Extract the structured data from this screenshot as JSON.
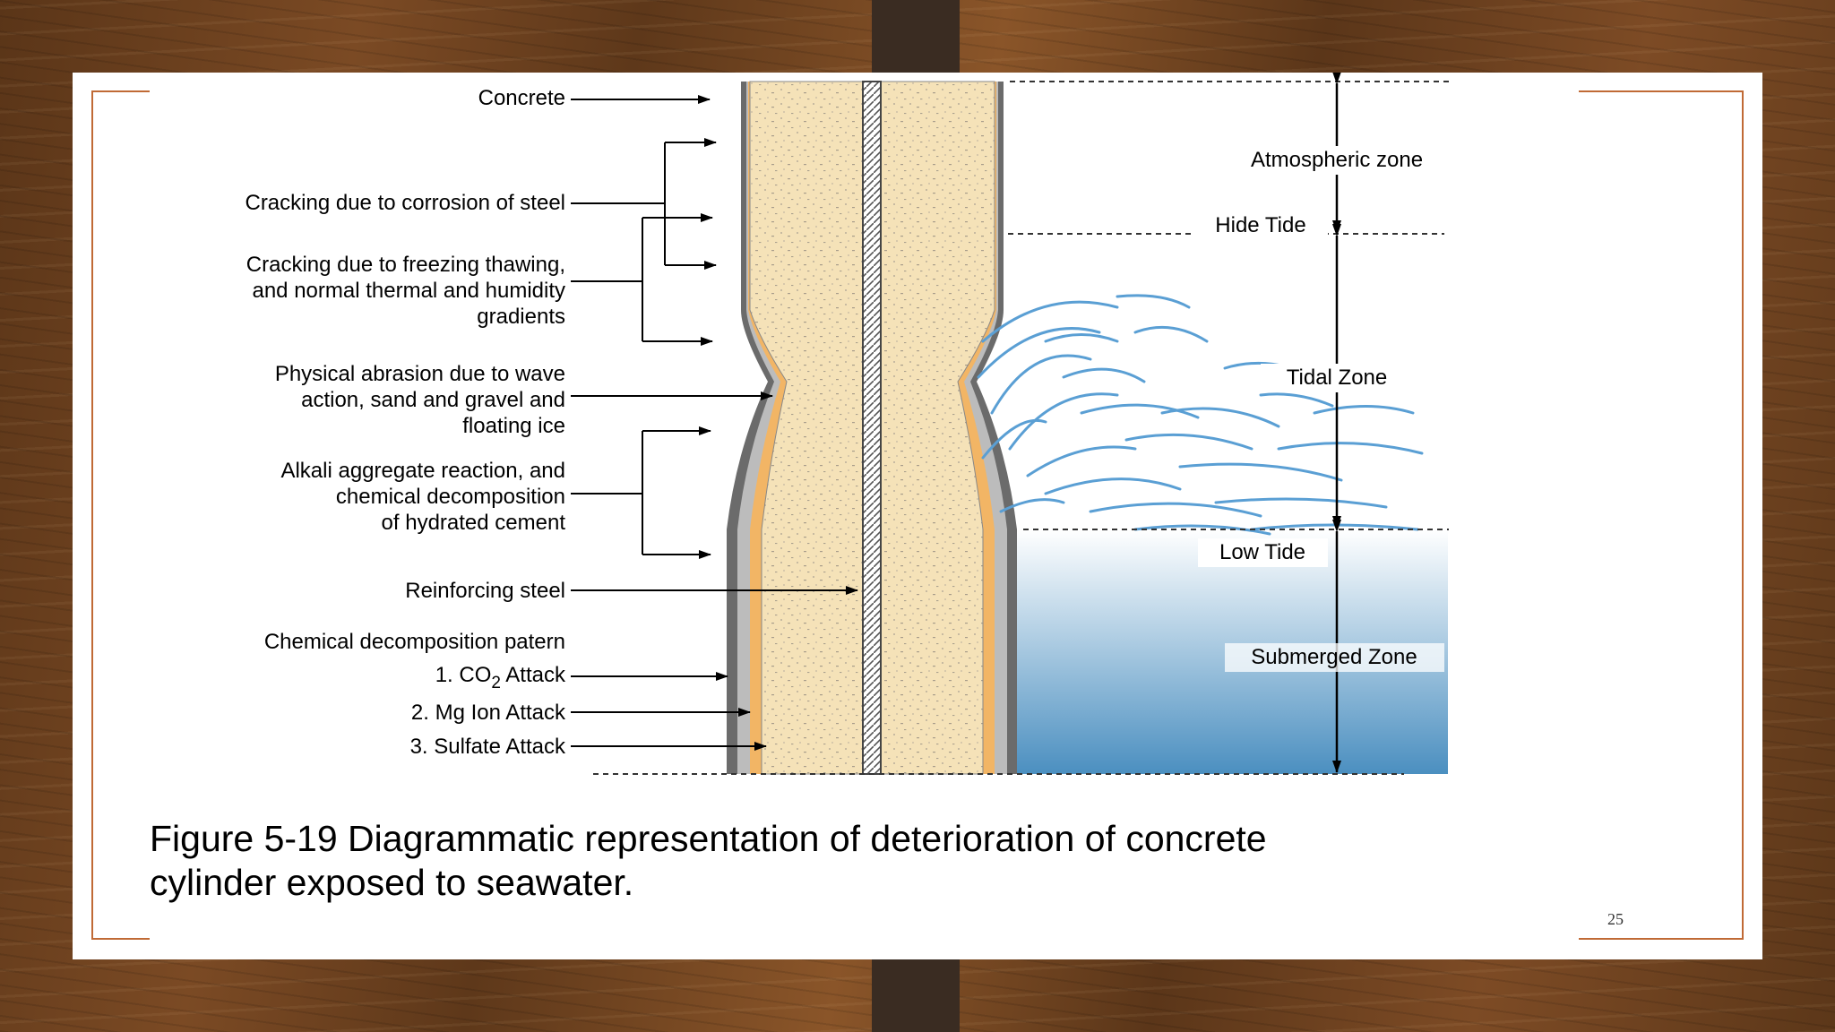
{
  "slide": {
    "page_number": "25",
    "colors": {
      "frame": "#c06a35",
      "concrete": "#f5e2b8",
      "water": "#4b8fc0",
      "wave": "#5a9fd4"
    }
  },
  "figure": {
    "left_labels": [
      "Concrete",
      "Cracking due to corrosion of steel",
      "Cracking due to freezing thawing,",
      "and normal thermal and humidity",
      "gradients",
      "Physical abrasion due to wave",
      "action, sand and gravel and",
      "floating ice",
      "Alkali aggregate reaction, and",
      "chemical decomposition",
      "of hydrated cement",
      "Reinforcing steel",
      "Chemical decomposition patern",
      "1. CO",
      "2",
      " Attack",
      "2. Mg Ion Attack",
      "3. Sulfate Attack"
    ],
    "zone_labels": [
      "Atmospheric zone",
      "Hide Tide",
      "Tidal Zone",
      "Low Tide",
      "Submerged Zone"
    ],
    "caption_line1": "Figure 5-19  Diagrammatic representation of deterioration of concrete",
    "caption_line2": "cylinder exposed to seawater."
  }
}
